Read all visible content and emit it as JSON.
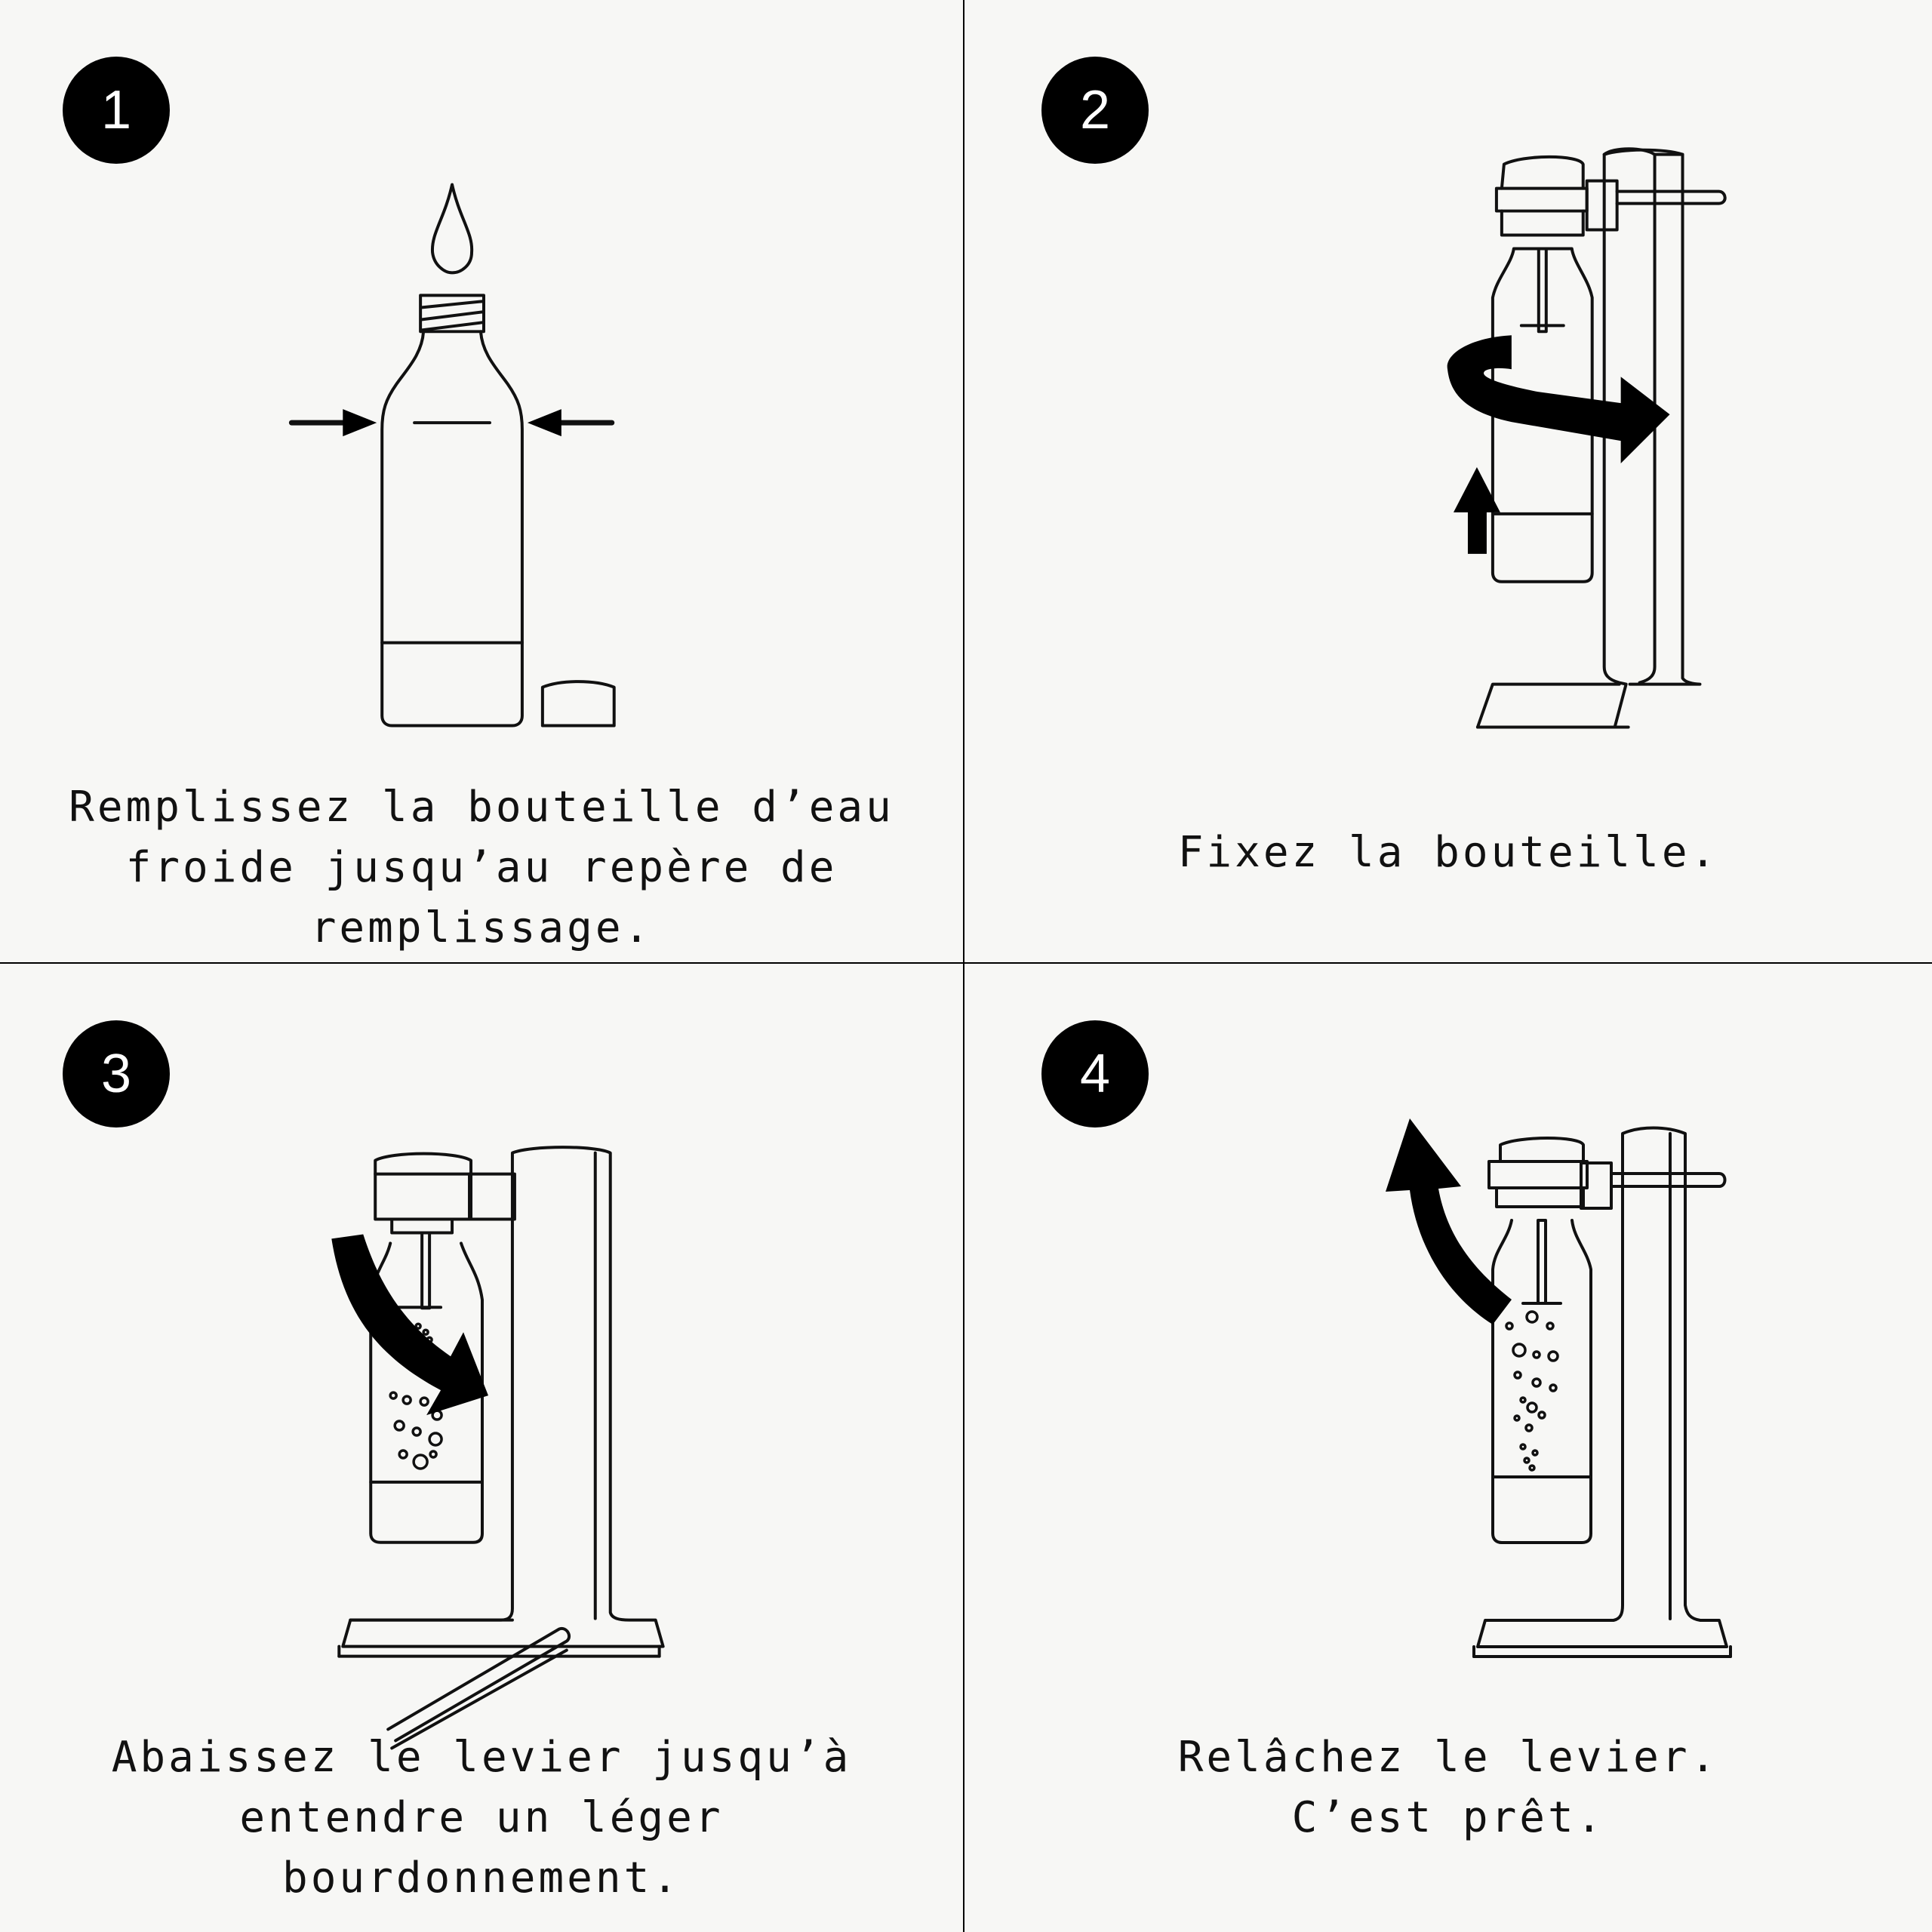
{
  "steps": [
    {
      "number": "1",
      "caption": "Remplissez la bouteille d’eau\nfroide jusqu’au repère de\nremplissage."
    },
    {
      "number": "2",
      "caption": "Fixez la bouteille."
    },
    {
      "number": "3",
      "caption": "Abaissez le levier jusqu’à\nentendre un léger\nbourdonnement."
    },
    {
      "number": "4",
      "caption": "Relâchez le levier.\nC’est prêt."
    }
  ],
  "colors": {
    "background": "#f7f7f5",
    "ink": "#000000",
    "badge_text": "#ffffff"
  },
  "icons": [
    "water-drop-icon",
    "bottle-icon",
    "fill-arrow-icon",
    "cap-icon",
    "rotate-arrow-icon",
    "up-arrow-icon",
    "down-arrow-icon",
    "lever-up-arrow-icon",
    "soda-machine-icon",
    "bubbles-icon"
  ]
}
